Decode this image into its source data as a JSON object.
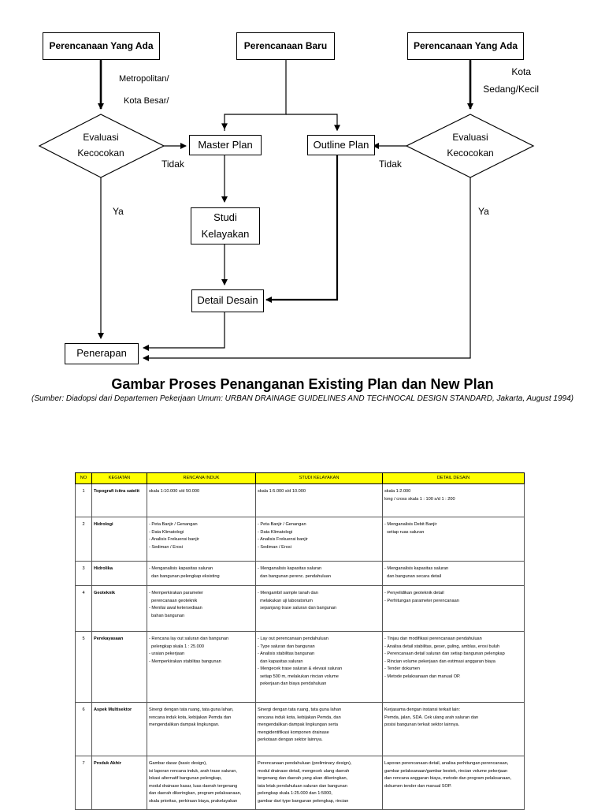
{
  "diagram": {
    "box_left": [
      "Perencanaan Yang Ada"
    ],
    "box_center": [
      "Perencanaan Baru"
    ],
    "box_right": [
      "Perencanaan Yang Ada"
    ],
    "left_branch_label": [
      "Metropolitan/",
      "Kota Besar/"
    ],
    "right_branch_label": [
      "Kota",
      "Sedang/Kecil"
    ],
    "evaluasi_left": [
      "Evaluasi",
      "Kecocokan"
    ],
    "evaluasi_right": [
      "Evaluasi",
      "Kecocokan"
    ],
    "master_plan": [
      "Master Plan"
    ],
    "outline_plan": [
      "Outline Plan"
    ],
    "studi": [
      "Studi",
      "Kelayakan"
    ],
    "detail_desain": [
      "Detail Desain"
    ],
    "penerapan": [
      "Penerapan"
    ],
    "tidak_left": [
      "Tidak"
    ],
    "tidak_right": [
      "Tidak"
    ],
    "ya_left": [
      "Ya"
    ],
    "ya_right": [
      "Ya"
    ]
  },
  "caption": {
    "title": "Gambar Proses Penanganan Existing Plan dan New Plan",
    "source": "(Sumber: Diadopsi dari Departemen Pekerjaan Umum: URBAN DRAINAGE GUIDELINES AND TECHNOCAL DESIGN STANDARD, Jakarta, August 1994)"
  },
  "table": {
    "headers": [
      "NO",
      "KEGIATAN",
      "RENCANA INDUK",
      "STUDI KELAYAKAN",
      "DETAIL DESAIN"
    ],
    "rows": [
      {
        "no": "1",
        "kegiatan": "Topografi /citra satelit",
        "induk": [
          "skala 1:10.000 s/d 50.000"
        ],
        "studi": [
          "skala 1:5.000 s/d 10.000"
        ],
        "detail": [
          "skala 1:2.000",
          "long / cross skala 1 : 100 s/d 1 : 200"
        ]
      },
      {
        "no": "2",
        "kegiatan": "Hidrologi",
        "induk": [
          "- Peta Banjir / Genangan",
          "- Data Klimatologi",
          "- Analisis Frekuensi banjir",
          "- Sediman / Erosi"
        ],
        "studi": [
          "- Peta Banjir / Genangan",
          "- Data Klimatologi",
          "- Analisis Frekuensi banjir",
          "- Sediman / Erosi"
        ],
        "detail": [
          "- Menganalisis Debit Banjir",
          "  setiap ruas saluran"
        ]
      },
      {
        "no": "3",
        "kegiatan": "Hidrolika",
        "induk": [
          "- Menganalisis kapasitas saluran",
          "  dan bangunan pelengkap eksisting"
        ],
        "studi": [
          "- Menganalisis kapasitas saluran",
          "  dan bangunan perenc. pendahuluan"
        ],
        "detail": [
          "- Menganalisis kapasitas saluran",
          "  dan bangunan secara detail"
        ]
      },
      {
        "no": "4",
        "kegiatan": "Geoteknik",
        "induk": [
          "- Memperkirakan parameter",
          "  perencanaan geoteknik",
          "- Menilai awal ketersediaan",
          "  bahan bangunan"
        ],
        "studi": [
          "- Mengambil sample tanah dan",
          "  melakukan uji laboratorium",
          "  sepanjang trase saluran dan bangunan"
        ],
        "detail": [
          "- Penyelidikan geoteknik detail",
          "- Perhitungan parameter perencanaan"
        ]
      },
      {
        "no": "5",
        "kegiatan": "Perekayasaan",
        "induk": [
          "- Rencana lay out saluran dan bangunan",
          "  pelengkap skala 1 : 25.000",
          "- uraian pekerjaan",
          "- Memperkirakan stabilitas bangunan"
        ],
        "studi": [
          "- Lay out perencanaan pendahuluan",
          "- Type saluran dan bangunan",
          "- Analisis stabilitas bangunan",
          "  dan kapasitas saluran",
          "- Mengecek trase saluran & elevasi saluran",
          "  setiap 500 m, melakukan rincian volume",
          "  pekerjaan dan biaya pendahuluan"
        ],
        "detail": [
          "- Tinjau dan modifikasi perencanaan pendahuluan",
          "- Analisa detail stabilitas, geser, guling, amblas, erosi buluh",
          "- Perencanaan detail saluran dan setiap bangunan pelengkap",
          "- Rincian volume pekerjaan dan estimasi anggaran biaya",
          "- Tender dokumen",
          "- Metode pelaksanaan dan manual OP."
        ]
      },
      {
        "no": "6",
        "kegiatan": "Aspek Multisektor",
        "induk": [
          "Sinergi dengan tata ruang, tata guna lahan,",
          "rencana induk kota, kebijakan Pemda dan",
          "mengendalikan dampak lingkungan."
        ],
        "studi": [
          "Sinergi dengan tata ruang, tata guna lahan",
          "rencana induk kota, kebijakan Pemda, dan",
          "mengendalikan dampak lingkungan serta",
          "mengidentifikasi komponen drainase",
          "perkotaan dengan sektor lainnya."
        ],
        "detail": [
          "Kerjasama dengan instansi terkait lain:",
          "Pemda, jalan, SDA. Cek ulang arah saluran dan",
          "posisi bangunan terkait sektor lainnya."
        ]
      },
      {
        "no": "7",
        "kegiatan": "Produk Akhir",
        "induk": [
          "Gambar dasar (basic design),",
          "isi laporan rencana induk, arah trase saluran,",
          "lokasi alternatif bangunan pelengkap,",
          "modul drainase kasar, luas daerah tergenang",
          "dan daerah dikeringkan, program pelaksanaan,",
          "skala prioritas, perkiraan biaya, prakelayakan"
        ],
        "studi": [
          "Perencanaan pendahuluan (preliminary design),",
          "modul drainase detail, mengecek ulang daerah",
          "tergenang dan daerah yang akan dikeringkan,",
          "tata letak pendahuluan saluran dan bangunan",
          "pelengkap skala 1:25.000 dan 1:5000,",
          "gambar dari type bangunan pelengkap, rincian"
        ],
        "detail": [
          "Laporan perencanaan detail, analisa perhitungan perencanaan,",
          "gambar pelaksanaan/gambar bestek, rincian volume pekerjaan",
          "dan rencana anggaran biaya, metode dan program pelaksanaan,",
          "dokumen tender dan manual SOP."
        ]
      }
    ]
  }
}
